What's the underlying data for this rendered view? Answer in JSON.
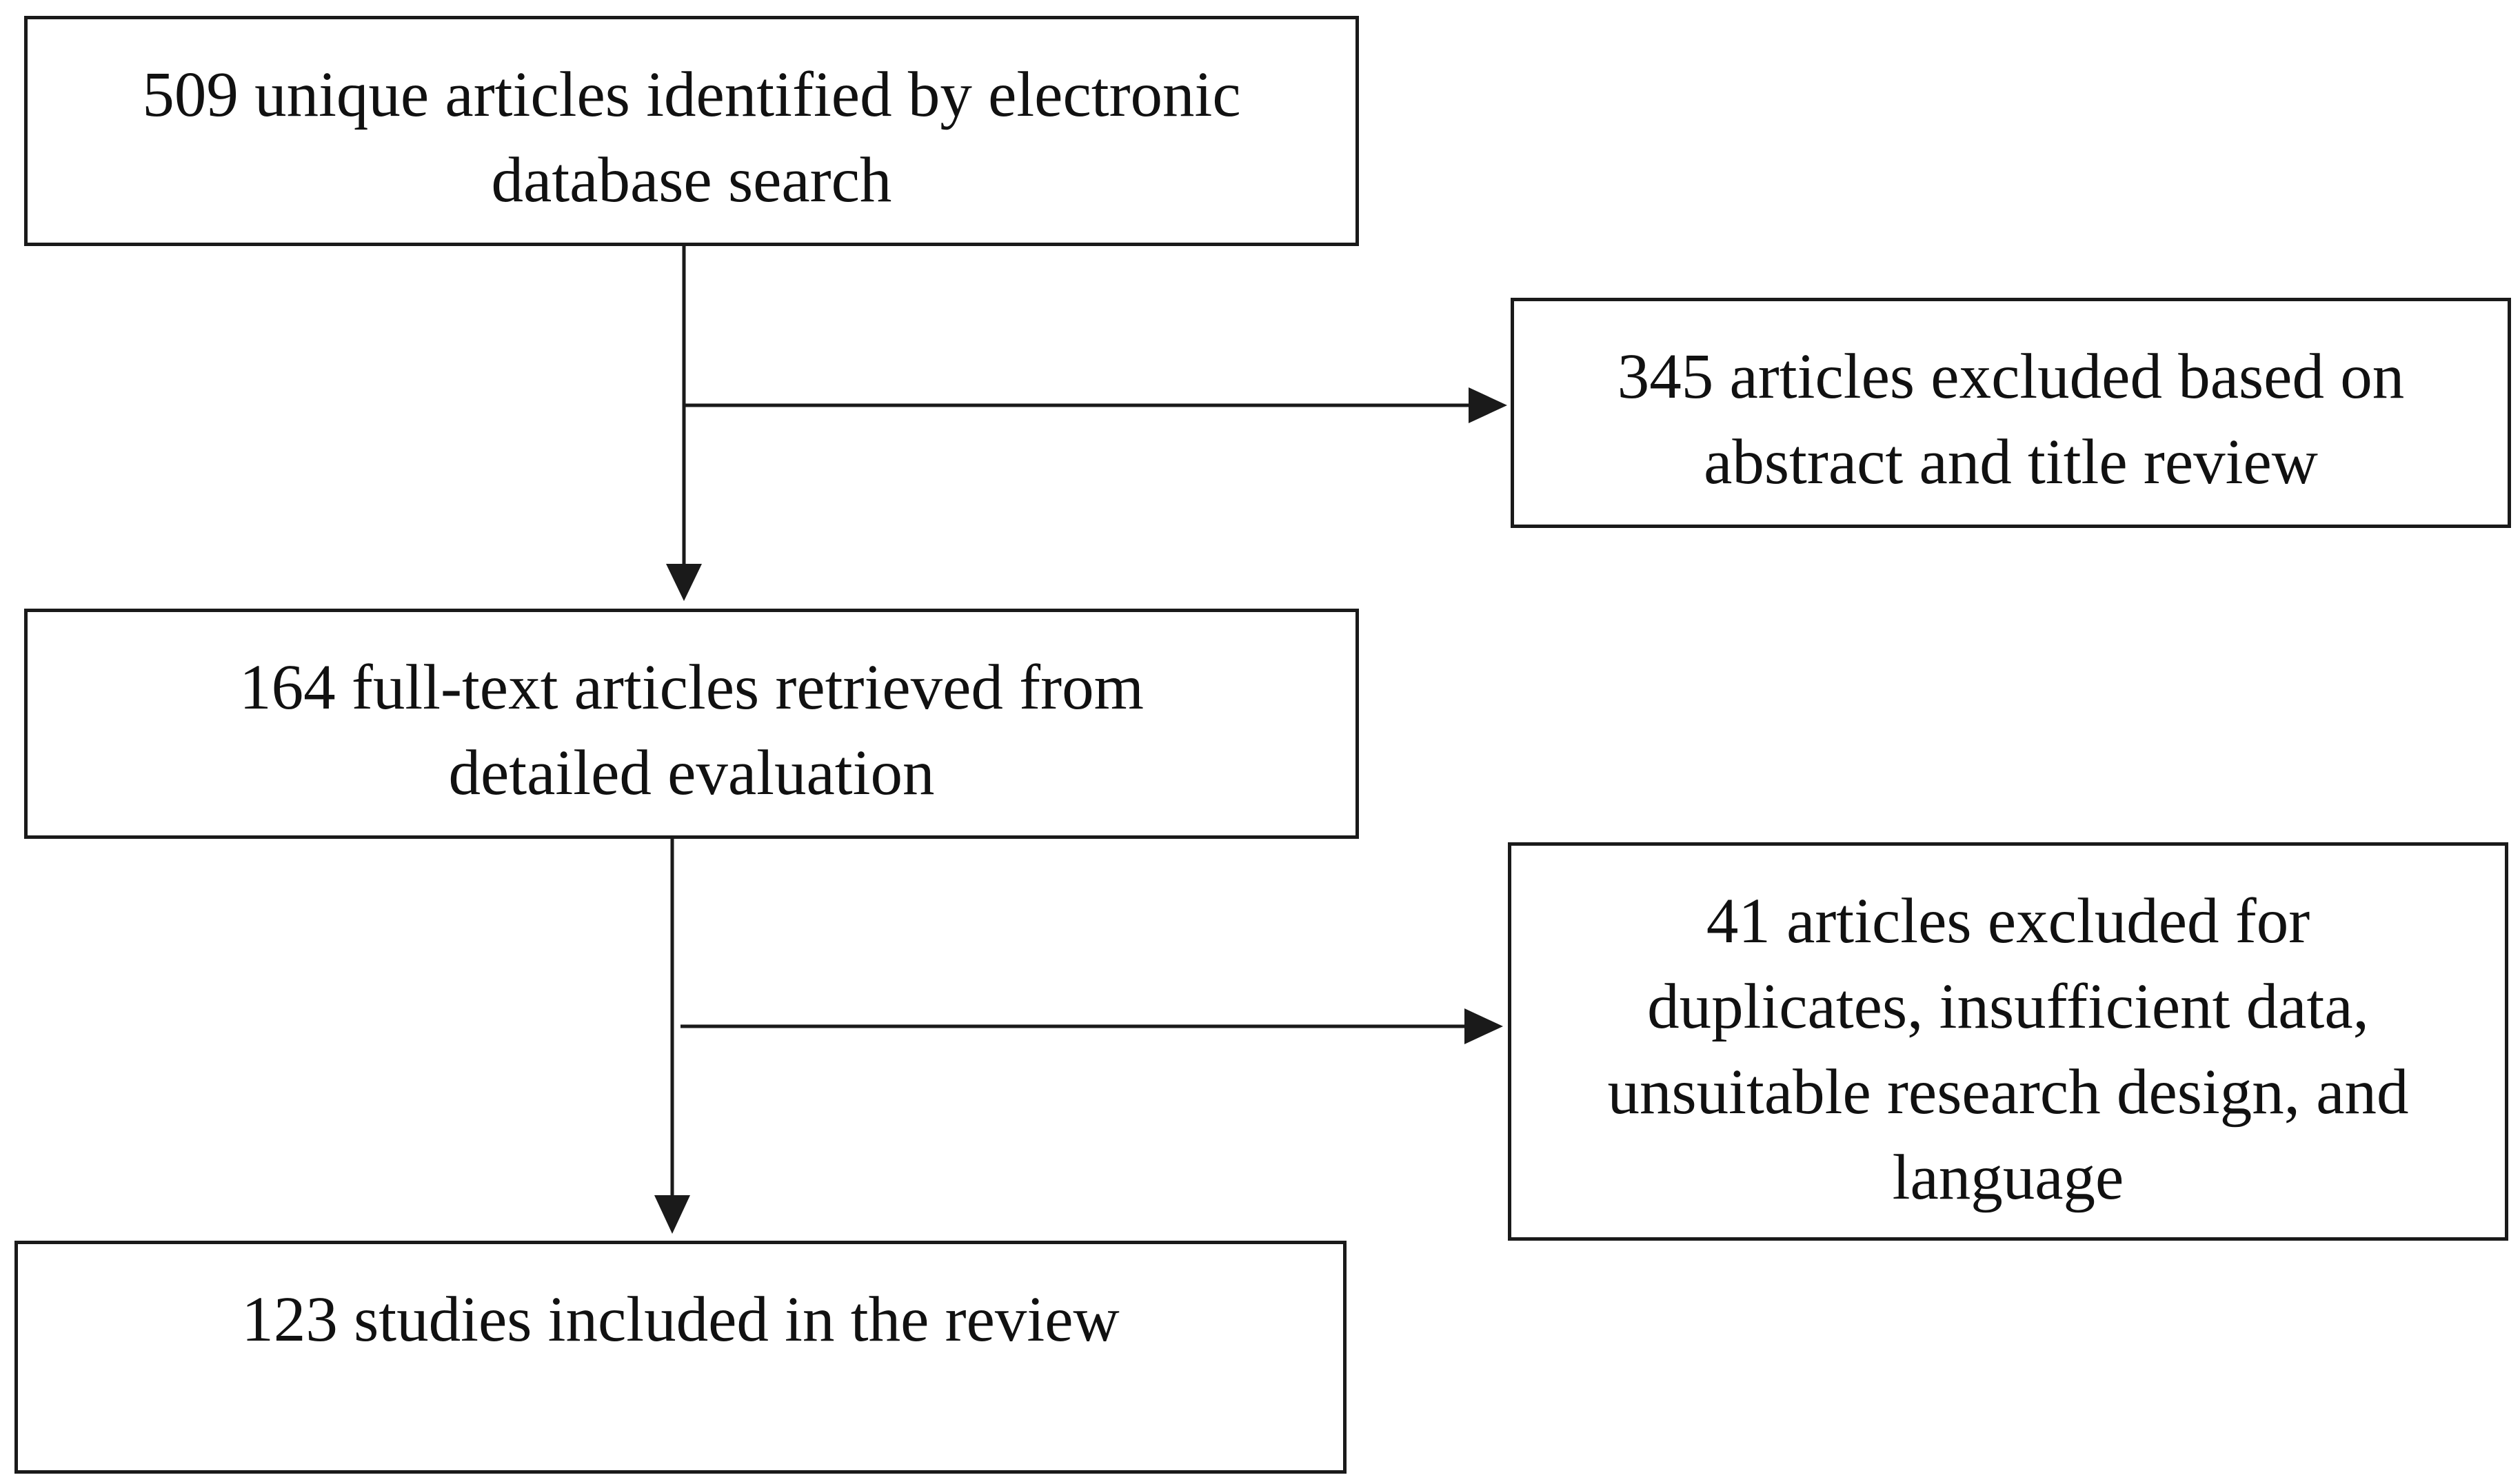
{
  "flowchart": {
    "boxes": {
      "identified": "509 unique articles identified by electronic\ndatabase search",
      "excluded_screening": "345 articles excluded based on\nabstract and title review",
      "retrieved": "164 full-text articles retrieved from\ndetailed evaluation",
      "excluded_fulltext": "41 articles excluded for\nduplicates, insufficient data,\nunsuitable research design, and\nlanguage",
      "included": "123 studies included in the review"
    },
    "line_color": "#1a1a1a"
  }
}
